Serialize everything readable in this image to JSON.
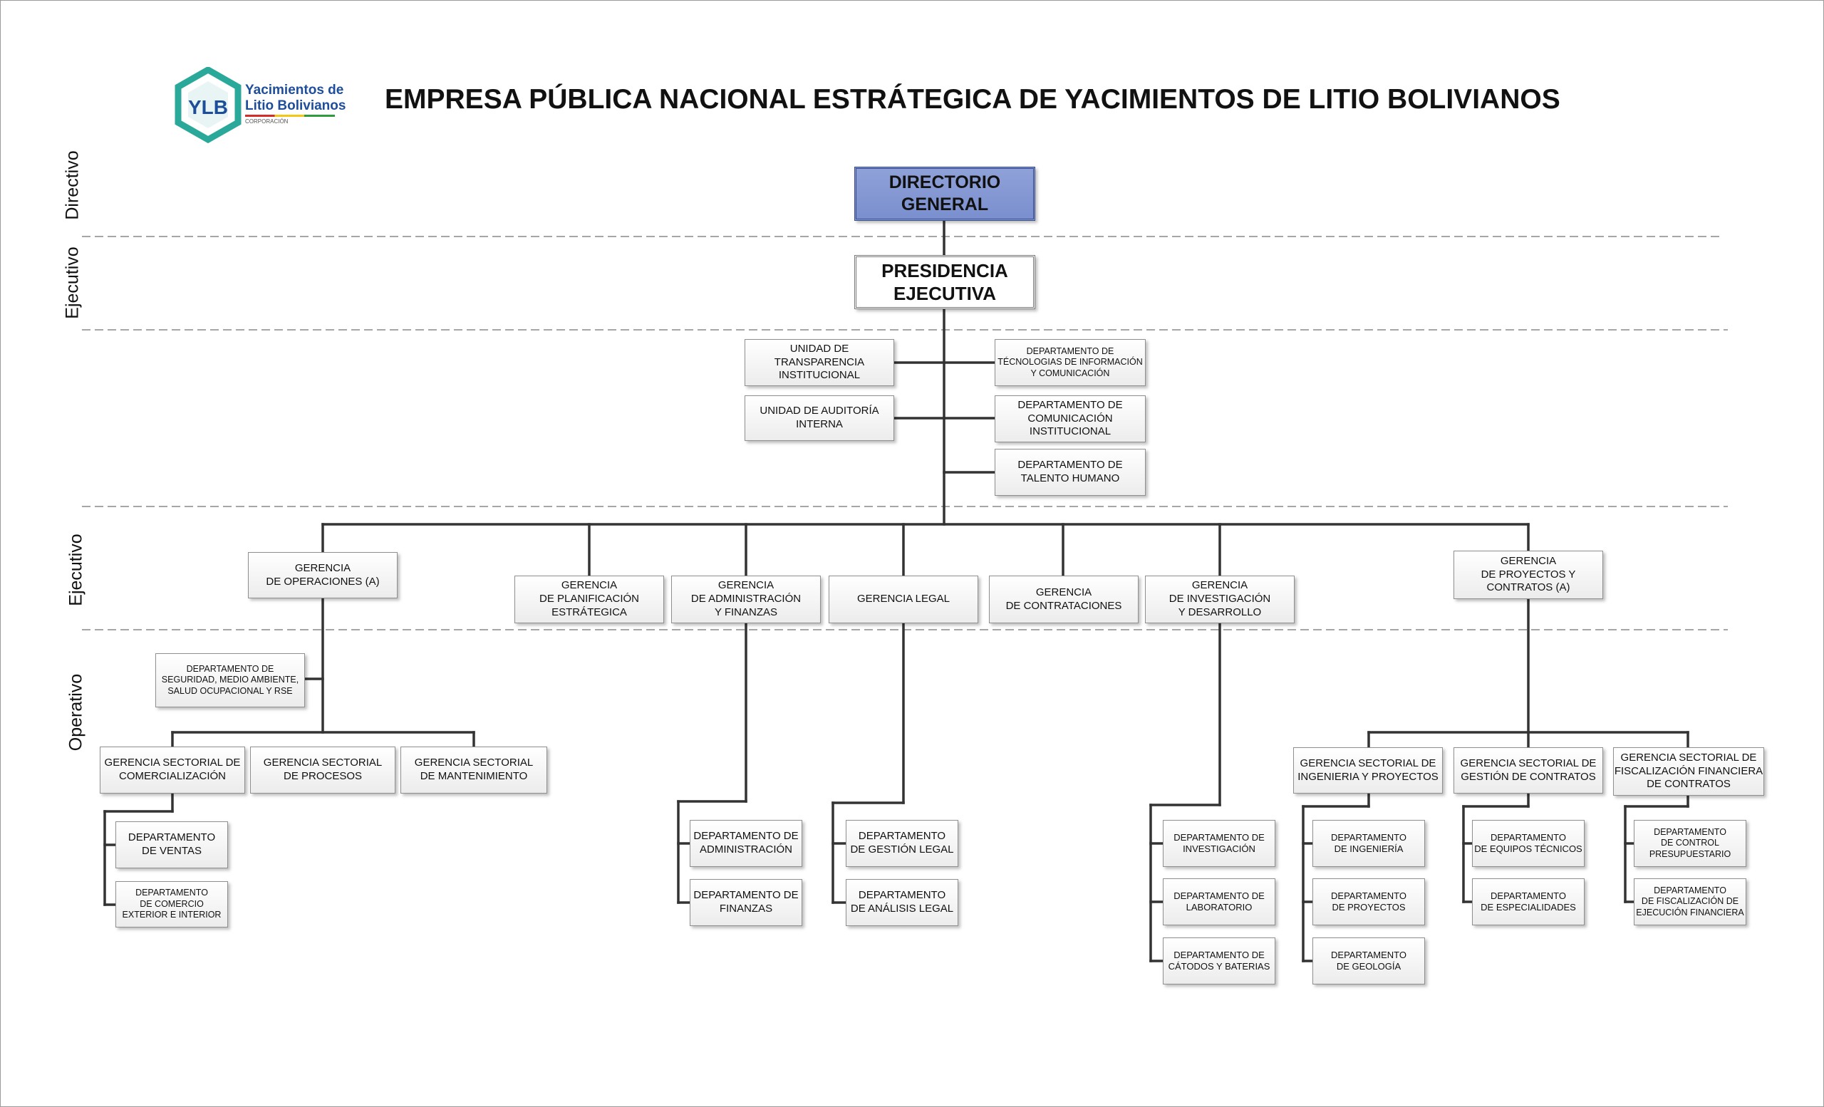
{
  "header": {
    "title": "EMPRESA PÚBLICA NACIONAL ESTRÁTEGICA DE YACIMIENTOS DE LITIO BOLIVIANOS",
    "logo": {
      "monogram": "YLB",
      "line1": "Yacimientos de",
      "line2": "Litio Bolivianos",
      "line3": "CORPORACIÓN",
      "teal": "#2aa89a",
      "blue": "#1e4e9a"
    }
  },
  "levels": {
    "directivo": "Directivo",
    "ejecutivo_1": "Ejecutivo",
    "ejecutivo_2": "Ejecutivo",
    "operativo": "Operativo"
  },
  "colors": {
    "directorio_fill": "#8a9cd5",
    "line": "#333333",
    "dash": "#a6a6a6"
  },
  "units": {
    "directorio": "DIRECTORIO\nGENERAL",
    "presidencia": "PRESIDENCIA\nEJECUTIVA",
    "transparencia": "UNIDAD DE\nTRANSPARENCIA\nINSTITUCIONAL",
    "auditoria": "UNIDAD DE AUDITORÍA\nINTERNA",
    "tic": "DEPARTAMENTO DE\nTÉCNOLOGIAS DE INFORMACIÓN\nY COMUNICACIÓN",
    "comunicacion": "DEPARTAMENTO DE\nCOMUNICACIÓN\nINSTITUCIONAL",
    "talento": "DEPARTAMENTO DE\nTALENTO HUMANO",
    "g_operaciones": "GERENCIA\nDE OPERACIONES (A)",
    "g_planificacion": "GERENCIA\nDE PLANIFICACIÓN\nESTRÁTEGICA",
    "g_administracion": "GERENCIA\nDE ADMINISTRACIÓN\nY FINANZAS",
    "g_legal": "GERENCIA LEGAL",
    "g_contrataciones": "GERENCIA\nDE CONTRATACIONES",
    "g_investigacion": "GERENCIA\nDE INVESTIGACIÓN\nY DESARROLLO",
    "g_proyectos": "GERENCIA\nDE PROYECTOS Y\nCONTRATOS (A)",
    "d_seguridad": "DEPARTAMENTO DE\nSEGURIDAD, MEDIO AMBIENTE,\nSALUD OCUPACIONAL Y RSE",
    "gs_comercializacion": "GERENCIA SECTORIAL DE\nCOMERCIALIZACIÓN",
    "gs_procesos": "GERENCIA SECTORIAL\nDE PROCESOS",
    "gs_mantenimiento": "GERENCIA SECTORIAL\nDE MANTENIMIENTO",
    "d_ventas": "DEPARTAMENTO\nDE VENTAS",
    "d_comercio": "DEPARTAMENTO\nDE COMERCIO\nEXTERIOR E INTERIOR",
    "d_administracion": "DEPARTAMENTO DE\nADMINISTRACIÓN",
    "d_finanzas": "DEPARTAMENTO DE\nFINANZAS",
    "d_gestion_legal": "DEPARTAMENTO\nDE GESTIÓN LEGAL",
    "d_analisis_legal": "DEPARTAMENTO\nDE ANÁLISIS LEGAL",
    "d_investigacion": "DEPARTAMENTO DE\nINVESTIGACIÓN",
    "d_laboratorio": "DEPARTAMENTO DE\nLABORATORIO",
    "d_catodos": "DEPARTAMENTO DE\nCÁTODOS Y BATERIAS",
    "gs_ingenieria": "GERENCIA SECTORIAL DE\nINGENIERIA Y PROYECTOS",
    "gs_gestion_contratos": "GERENCIA SECTORIAL DE\nGESTIÓN DE CONTRATOS",
    "gs_fiscalizacion": "GERENCIA SECTORIAL DE\nFISCALIZACIÓN FINANCIERA\nDE CONTRATOS",
    "d_ingenieria": "DEPARTAMENTO\nDE INGENIERÍA",
    "d_proyectos": "DEPARTAMENTO\nDE PROYECTOS",
    "d_geologia": "DEPARTAMENTO\nDE GEOLOGÍA",
    "d_equipos": "DEPARTAMENTO\nDE EQUIPOS TÉCNICOS",
    "d_especialidades": "DEPARTAMENTO\nDE ESPECIALIDADES",
    "d_control": "DEPARTAMENTO\nDE CONTROL\nPRESUPUESTARIO",
    "d_fiscalizacion_ejecucion": "DEPARTAMENTO\nDE FISCALIZACIÓN DE\nEJECUCIÓN FINANCIERA"
  }
}
